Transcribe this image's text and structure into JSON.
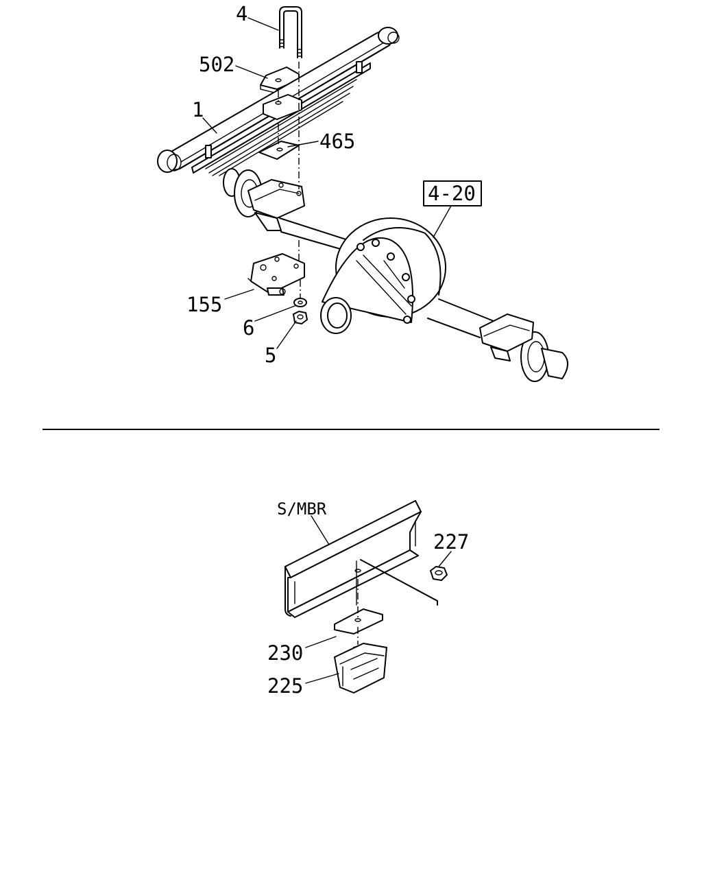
{
  "callouts": {
    "u_bolt": "4",
    "pad_plate": "502",
    "leaf_spring": "1",
    "spacer_plate": "465",
    "axle_ref": "4-20",
    "seat_plate": "155",
    "washer": "6",
    "nut": "5"
  },
  "bumper_callouts": {
    "side_member": "S/MBR",
    "bumper_nut": "227",
    "bumper_shim": "230",
    "bumper_stopper": "225"
  },
  "colors": {
    "ink": "#000000",
    "paper": "#ffffff"
  }
}
